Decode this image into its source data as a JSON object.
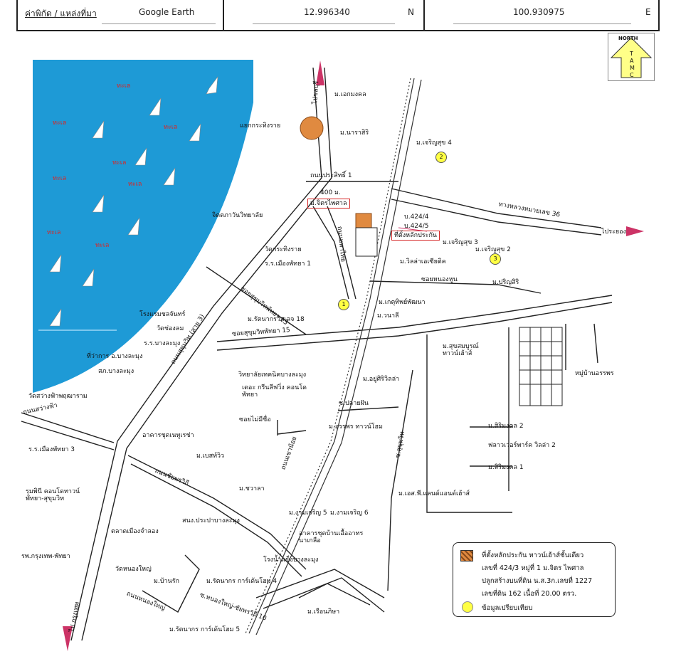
{
  "header": {
    "label": "ค่าพิกัด / แหล่งที่มา",
    "source": "Google Earth",
    "lat": "12.996340",
    "lat_dir": "N",
    "lon": "100.930975",
    "lon_dir": "E"
  },
  "compass": {
    "top": "NORTH",
    "letters": [
      "T",
      "A",
      "M",
      "C"
    ]
  },
  "sea_label": "ทะเล",
  "places": {
    "ekmongkol": "ม.เอกมงคล",
    "naraseeri": "ม.นาราสิริ",
    "charoensuk4": "ม.เจริญสุข 4",
    "kratingrai_junction": "แยกกระทิงราย",
    "prasit1": "ถนนประสิทธิ์ 1",
    "m400": "400 ม.",
    "chitraphaisan": "ม.จิตรไพศาล",
    "collateral": "ที่ตั้งหลักประกัน",
    "b4244": "บ.424/4",
    "b4245": "บ.424/5",
    "charoensuk3": "ม.เจริญสุข 3",
    "charoensuk2": "ม.เจริญสุข 2",
    "highway36": "ทางหลวงหมายเลข 36",
    "to_rayong": "ไประยอง",
    "chitkaphawan": "จิตตภาวันวิทยาลัย",
    "wat_kratingrai": "วัดกระทิงราย",
    "muang_pattaya1": "ร.ร.เมืองพัทยา 1",
    "villa_eclectic": "ม.วิลล่าเอเซียติค",
    "soi_nong_hun": "ซอยหนองหูน",
    "pornsiri": "ม.ปริญสิริ",
    "kasettip": "ม.เกตุทิพย์พัฒนา",
    "wanlee": "ม.วนาลี",
    "ratnakorn18": "ม.รัตนากรวิลเลจ 18",
    "hotel_chonchan": "โรงแรมชลจันทร์",
    "wat_chong_lom": "วัดช่องลม",
    "banglamung_school": "ร.ร.บางละมุง",
    "district_office": "ที่ว่าการ อ.บางละมุง",
    "police": "สภ.บางละมุง",
    "suksomboon": "ม.สุขสมบูรณ์\nทาวน์เฮ้าส์",
    "yusiri": "ม.อยู่ศิริวิลล่า",
    "tech_college": "วิทยาลัยเทคนิคบางละมุง",
    "green_leaf": "เดอะ กรีนลีฟวิ่ง คอนโด\nพัทยา",
    "mooban_anphorn": "หมู่บ้านอรรพร",
    "wat_sawang": "วัดสว่างฟ้าพฤฒาราม",
    "soi_plai_fun": "ซ.ปลายฝัน",
    "anphorn_town": "ม.อรรพร ทาวน์โฮม",
    "soi_mai_mee_chue": "ซอยไม่มีชื่อ",
    "nanthura_apt": "อาคารชุดเนทูเรช่า",
    "siri_mongkol2": "ม.สิริมงคล 2",
    "flower_park": "ฟลาวเวอร์พาร์ค วิลล่า 2",
    "muang_pattaya3": "ร.ร.เมืองพัทยา 3",
    "best_view": "ม.เบสท์วิว",
    "siri_mongkol1": "ม.สิริมงคล 1",
    "rumpinee": "รุมพินี คอนโดทาวน์\nพัทยา-สุขุมวิท",
    "chawala": "ม.ชวาลา",
    "sp_land": "ม.เอส.พี.แลนด์แอนด์เฮ้าส์",
    "ngam_charoen5": "ม.งามเจริญ 5",
    "ngam_charoen6": "ม.งามเจริญ 6",
    "tessaban": "สนง.ประปาบางละมุง",
    "market": "ตลาดเมืองจำลอง",
    "eua_arthorn": "อาคารชุดบ้านเอื้ออาทร\nนาเกลือ",
    "hospital": "รพ.กรุงเทพ-พัทยา",
    "ice_factory": "โรงน้ำแข็งบางละมุง",
    "wat_nong_yai": "วัดหนองใหญ่",
    "ban_rak": "ม.บ้านรัก",
    "ratnakorn4": "ม.รัตนากร การ์เด้นโฮม 4",
    "ruean_phisa": "ม.เรือนภิษา",
    "ratnakorn5": "ม.รัตนากร การ์เด้นโฮม 5",
    "rd_sukhumvit_east": "ถนนสุขุมวิท (สาย 3)",
    "rd_chaiyaphruek": "ถนนชัยพรวิถี",
    "rd_nong_yai": "ถนนหนองใหญ่",
    "rd_sawang_fa": "ถนนสว่างฟ้า",
    "rd_sukhumvit_pattaya15": "ซอยสุขุมวิทพัทยา 15",
    "rd_sukhumvit_pattaya13": "ซอยสุขุมวิทพัทยา 13",
    "rd_to_bangkok": "ไป กรุงเทพ",
    "rd_to_chonburi": "ไปชลบุรี",
    "rd_mahathai": "ถนนมหาไทย",
    "rd_soi_nong_yai": "ซ.หนองใหญ่-ชัยพรวิถี 10",
    "rd_khao_noi": "ถนนเขาน้อย",
    "rd_sukhumvit_main": "ซ.สุขุมวิท"
  },
  "markers": [
    "1",
    "2",
    "3"
  ],
  "legend": {
    "line1": "ที่ตั้งหลักประกัน ทาวน์เฮ้าส์ชั้นเดียว",
    "line2": "เลขที่ 424/3 หมู่ที่ 1 ม.จิตร ไพศาล",
    "line3": "ปลูกสร้างบนที่ดิน น.ส.3ก.เลขที่ 1227",
    "line4": "เลขที่ดิน 162 เนื้อที่  20.00 ตรว.",
    "line5": "ข้อมูลเปรียบเทียบ"
  },
  "colors": {
    "sea": "#1e9ad6",
    "road": "#222222",
    "rail": "#333333",
    "accent": "#cc3366",
    "marker": "#ffff44",
    "collateral": "#e08a40"
  }
}
